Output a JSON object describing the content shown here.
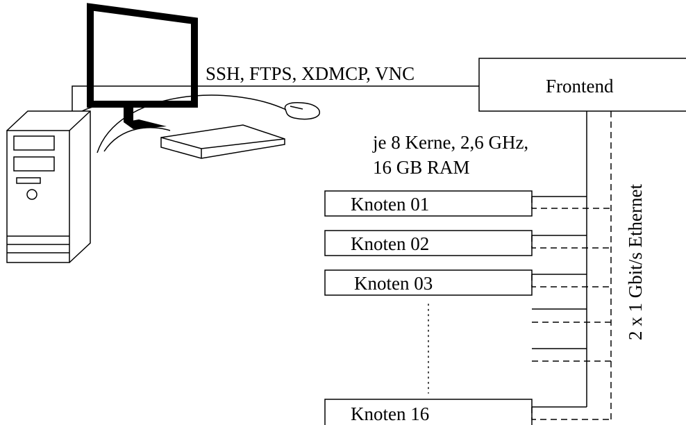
{
  "connection_label": "SSH, FTPS, XDMCP, VNC",
  "frontend_label": "Frontend",
  "node_spec_line1": "je 8 Kerne, 2,6 GHz,",
  "node_spec_line2": "16 GB RAM",
  "ethernet_label": "2 x 1 Gbit/s Ethernet",
  "nodes": [
    {
      "label": "Knoten 01"
    },
    {
      "label": "Knoten 02"
    },
    {
      "label": "Knoten 03"
    },
    {
      "label": "Knoten 16"
    }
  ],
  "icons": {
    "workstation": "desktop-computer-icon",
    "monitor": "monitor-icon",
    "keyboard": "keyboard-icon",
    "mouse": "mouse-icon"
  }
}
